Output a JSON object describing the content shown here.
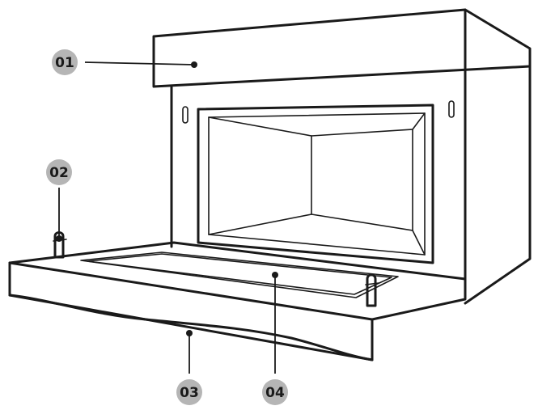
{
  "callouts": [
    {
      "id": "c1",
      "label": "01"
    },
    {
      "id": "c2",
      "label": "02"
    },
    {
      "id": "c3",
      "label": "03"
    },
    {
      "id": "c4",
      "label": "04"
    }
  ],
  "colors": {
    "stroke": "#1a1a1a",
    "badge": "#b5b5b5",
    "background": "#ffffff"
  }
}
